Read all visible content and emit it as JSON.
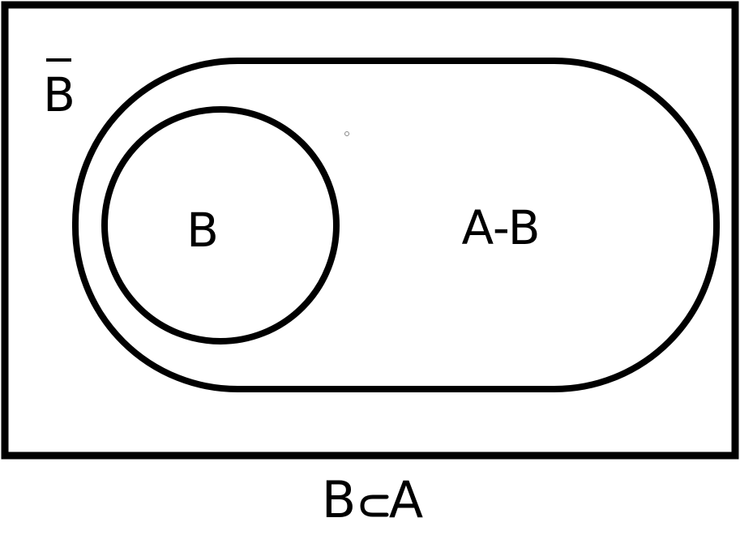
{
  "diagram": {
    "labels": {
      "complement": "B",
      "inner_set": "B",
      "difference": "A-B",
      "caption_left": "B",
      "caption_right": "A"
    },
    "caption_relation": "subset-symbol",
    "colors": {
      "stroke": "#000000",
      "background": "#ffffff",
      "text": "#000000"
    }
  }
}
